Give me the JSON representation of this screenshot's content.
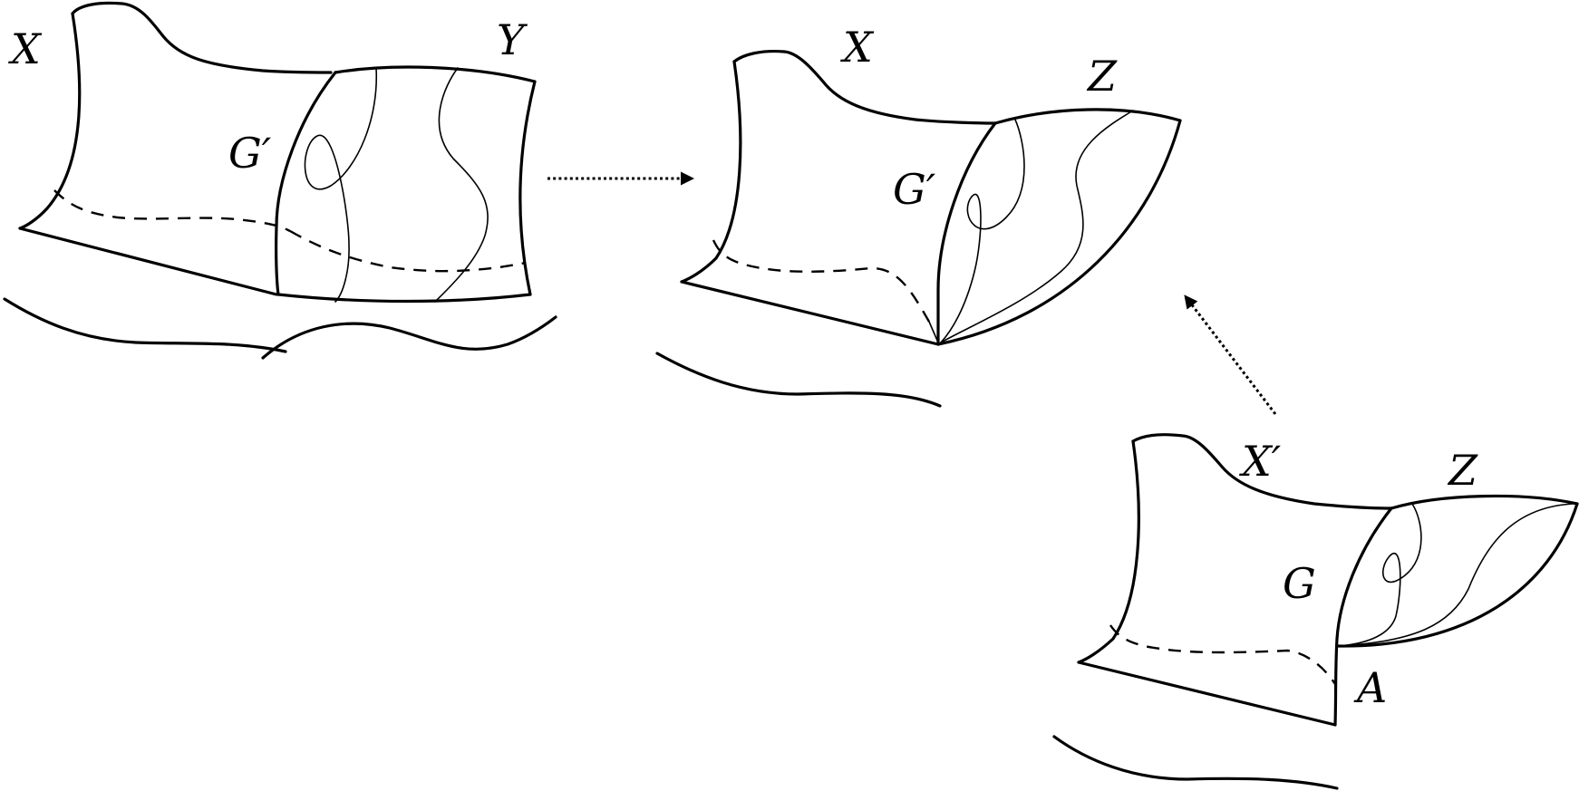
{
  "figure": {
    "panel_left": {
      "label_x": "X",
      "label_y": "Y",
      "label_g": "G′"
    },
    "panel_middle": {
      "label_x": "X",
      "label_z": "Z",
      "label_g": "G′"
    },
    "panel_right": {
      "label_x": "X′",
      "label_z": "Z",
      "label_g": "G",
      "label_a": "A"
    },
    "arrows": [
      "dotted-arrow-right",
      "dotted-arrow-up-left"
    ]
  }
}
